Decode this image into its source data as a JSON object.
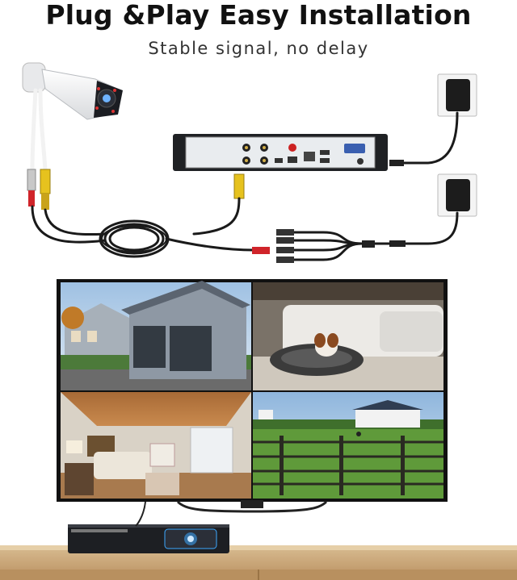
{
  "header": {
    "title": "Plug &Play Easy Installation",
    "subtitle": "Stable signal, no delay"
  },
  "icons": {
    "camera": "bullet-camera-icon",
    "dvr": "dvr-recorder",
    "adapter": "power-adapter-icon",
    "splitter": "power-splitter",
    "tv": "monitor-display"
  },
  "colors": {
    "cable_yellow": "#e6c21e",
    "cable_red": "#d0242a",
    "cable_black": "#1a1a1a",
    "sky": "#bcd3ea",
    "table": "#c9a77a"
  }
}
